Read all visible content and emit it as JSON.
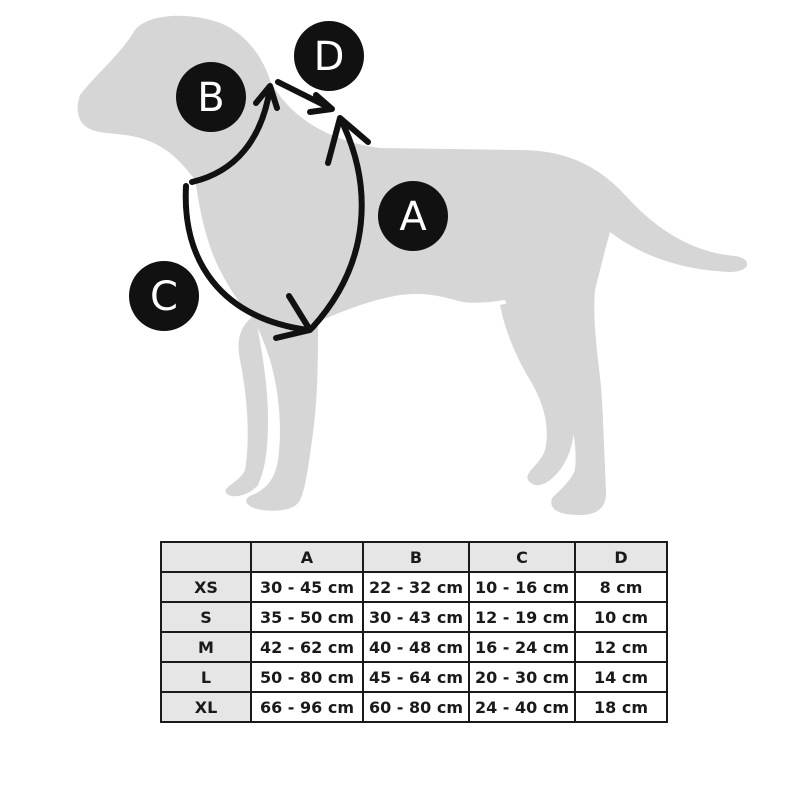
{
  "diagram": {
    "silhouette_color": "#d6d6d6",
    "line_color": "#111111",
    "badge_color": "#111111",
    "badges": {
      "a": "A",
      "b": "B",
      "c": "C",
      "d": "D"
    }
  },
  "size_table": {
    "header_fill": "#e6e6e6",
    "columns": [
      "",
      "A",
      "B",
      "C",
      "D"
    ],
    "rows": [
      {
        "size": "XS",
        "a": "30 - 45 cm",
        "b": "22 - 32 cm",
        "c": "10 - 16 cm",
        "d": "8 cm"
      },
      {
        "size": "S",
        "a": "35 - 50 cm",
        "b": "30 - 43 cm",
        "c": "12 - 19 cm",
        "d": "10 cm"
      },
      {
        "size": "M",
        "a": "42 - 62 cm",
        "b": "40 - 48 cm",
        "c": "16 - 24 cm",
        "d": "12 cm"
      },
      {
        "size": "L",
        "a": "50 - 80 cm",
        "b": "45 - 64 cm",
        "c": "20 - 30 cm",
        "d": "14 cm"
      },
      {
        "size": "XL",
        "a": "66 - 96 cm",
        "b": "60 - 80 cm",
        "c": "24 - 40 cm",
        "d": "18 cm"
      }
    ]
  }
}
